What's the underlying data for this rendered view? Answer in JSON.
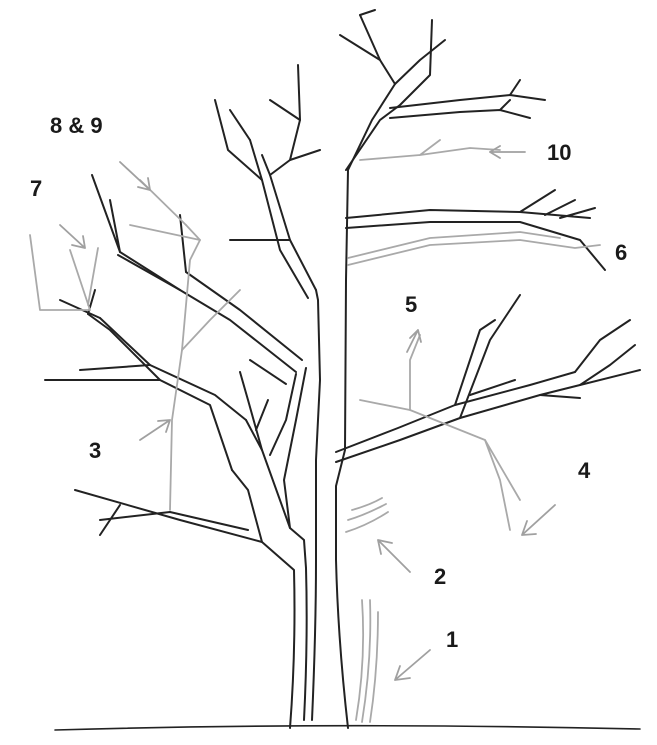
{
  "diagram": {
    "labels": {
      "l1": "1",
      "l2": "2",
      "l3": "3",
      "l4": "4",
      "l5": "5",
      "l6": "6",
      "l7": "7",
      "l8_9": "8 & 9",
      "l10": "10"
    },
    "colors": {
      "outline": "#222222",
      "grey_branches": "#a9a9a9",
      "background": "#ffffff"
    }
  }
}
